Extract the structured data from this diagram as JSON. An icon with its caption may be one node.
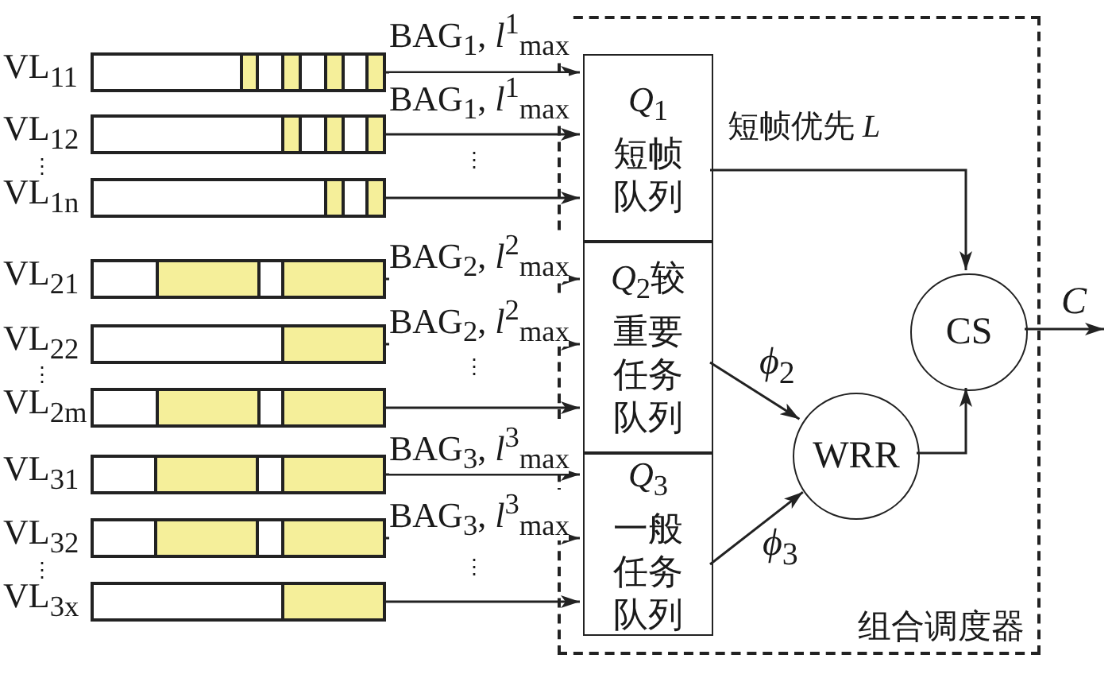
{
  "diagram": {
    "nodes": [
      {
        "text": [
          "VL$_{11}$"
        ]
      },
      {
        "text": [
          "VL$_{12}$"
        ]
      },
      {
        "text": [
          "VL$_{1n}$"
        ]
      },
      {
        "text": [
          "VL$_{21}$"
        ]
      },
      {
        "text": [
          "VL$_{22}$"
        ]
      },
      {
        "text": [
          "VL$_{2m}$"
        ]
      },
      {
        "text": [
          "VL$_{31}$"
        ]
      },
      {
        "text": [
          "VL$_{32}$"
        ]
      },
      {
        "text": [
          "VL$_{3x}$"
        ]
      },
      {
        "text": [
          "组合调度器"
        ]
      },
      {
        "text": [
          "*Q*$_{1}$短帧队列"
        ],
        "in": 9
      },
      {
        "text": [
          "*Q*$_{2}$较重要任务队列"
        ],
        "in": 9
      },
      {
        "text": [
          "*Q*$_{3}$一般任务队列"
        ],
        "in": 9
      },
      {
        "text": [
          "WRR"
        ],
        "in": 9
      },
      {
        "text": [
          "CS"
        ],
        "in": 9
      }
    ],
    "edges": [
      {
        "from": 0,
        "to": 10,
        "arrow": "to",
        "label": "BAG$_{1}$, *l*$^{1}$$_{max}$"
      },
      {
        "from": 1,
        "to": 10,
        "arrow": "to",
        "label": "BAG$_{1}$, *l*$^{1}$$_{max}$"
      },
      {
        "from": 2,
        "to": 10,
        "arrow": "to"
      },
      {
        "from": 3,
        "to": 11,
        "arrow": "to",
        "label": "BAG$_{2}$, *l*$^{2}$$_{max}$"
      },
      {
        "from": 4,
        "to": 11,
        "arrow": "to",
        "label": "BAG$_{2}$, *l*$^{2}$$_{max}$"
      },
      {
        "from": 5,
        "to": 11,
        "arrow": "to"
      },
      {
        "from": 6,
        "to": 12,
        "arrow": "to",
        "label": "BAG$_{3}$, *l*$^{3}$$_{max}$"
      },
      {
        "from": 7,
        "to": 12,
        "arrow": "to",
        "label": "BAG$_{3}$, *l*$^{3}$$_{max}$"
      },
      {
        "from": 8,
        "to": 12,
        "arrow": "to"
      },
      {
        "from": 10,
        "to": 14,
        "arrow": "to",
        "label": "短帧优先 *L*"
      },
      {
        "from": 11,
        "to": 13,
        "arrow": "to",
        "label": "*ϕ*$_{2}$"
      },
      {
        "from": 12,
        "to": 13,
        "arrow": "to",
        "label": "*ϕ*$_{3}$"
      },
      {
        "from": 13,
        "to": 14,
        "arrow": "to"
      },
      {
        "from": 14,
        "to": null,
        "arrow": "to",
        "label": "C"
      }
    ],
    "labels": [
      "⋮",
      "⋮",
      "⋮",
      "⋮",
      "⋮",
      "⋮"
    ]
  }
}
